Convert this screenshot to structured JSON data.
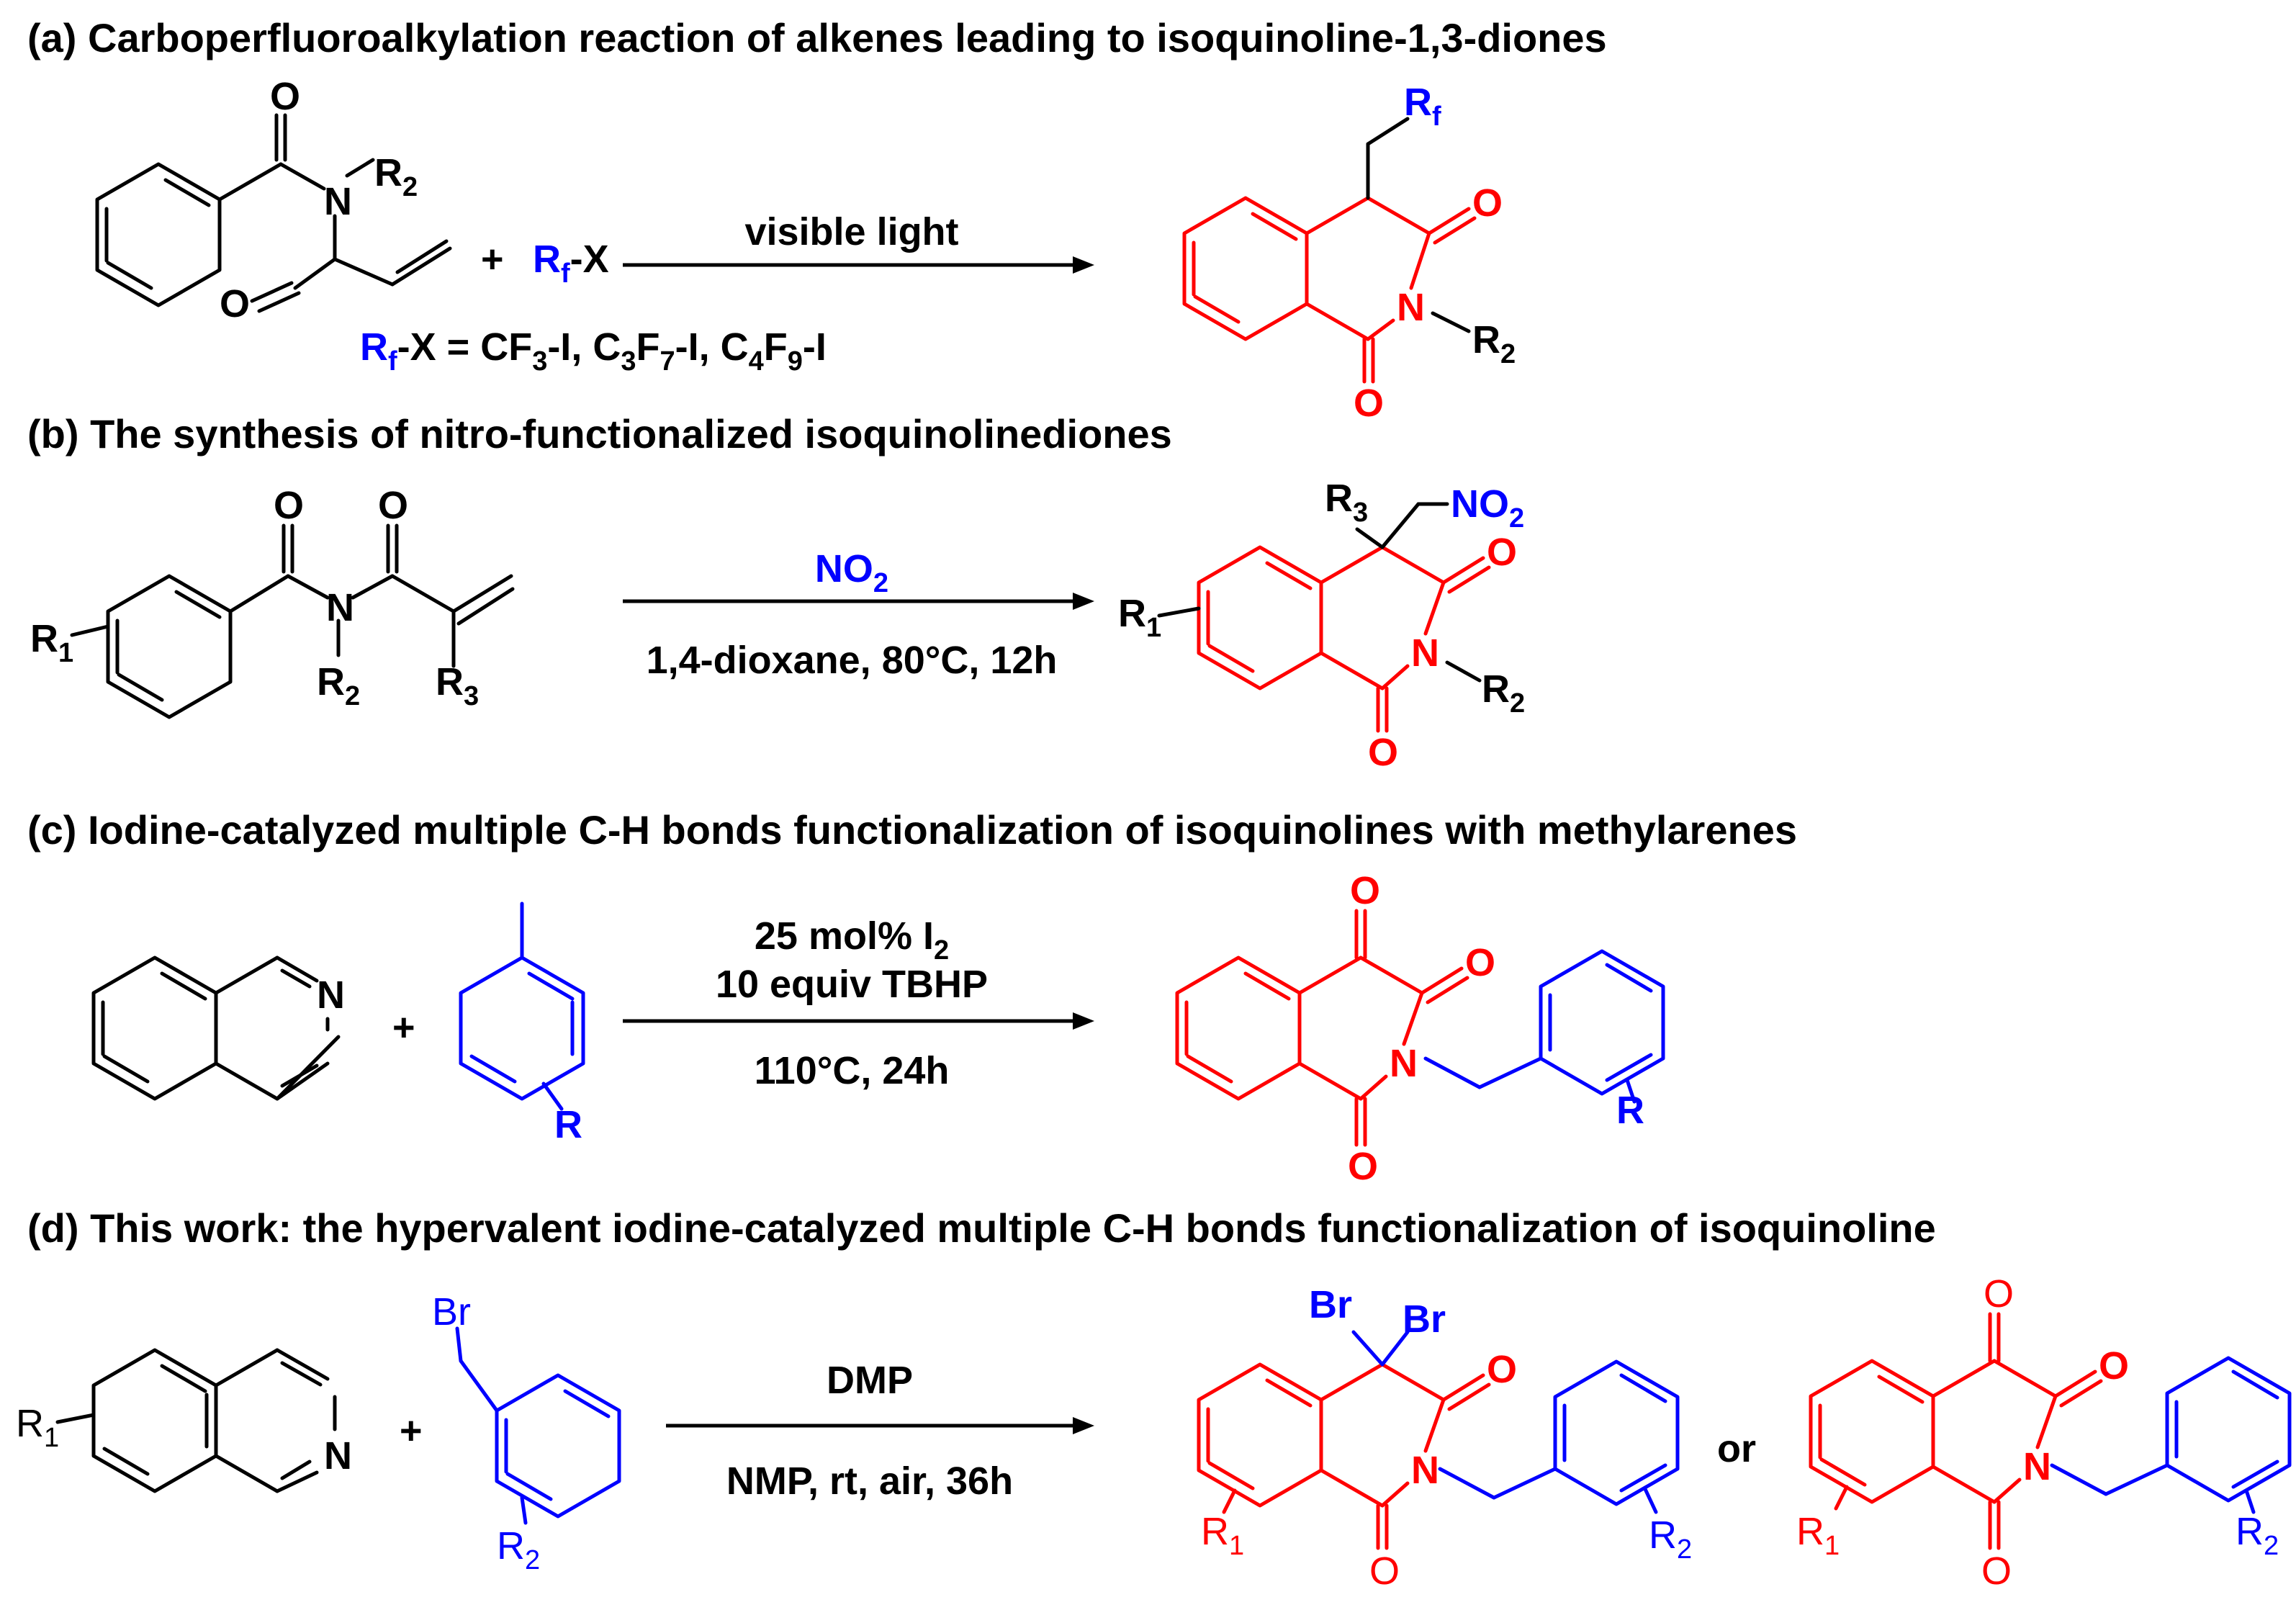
{
  "headings": {
    "a": "(a) Carboperfluoroalkylation reaction of alkenes leading to isoquinoline-1,3-diones",
    "b": "(b) The synthesis of nitro-functionalized isoquinolinediones",
    "c": "(c) Iodine-catalyzed multiple C-H bonds functionalization of isoquinolines with  methylarenes",
    "d": "(d) This work: the hypervalent iodine-catalyzed multiple C-H bonds functionalization of isoquinoline"
  },
  "conditions": {
    "a_above": "visible light",
    "b_above": "NO2",
    "b_below": "1,4-dioxane, 80°C, 12h",
    "c_above_1": "25 mol% I2",
    "c_above_2": "10 equiv TBHP",
    "c_below": "110°C, 24h",
    "d_above": "DMP",
    "d_below": "NMP, rt, air, 36h"
  },
  "labels": {
    "plus": "+",
    "or": "or",
    "rf_x_definition": "Rf-X = CF3-I, C3F7-I, C4F9-I",
    "reagent_a": "Rf-X"
  },
  "atoms": {
    "O": "O",
    "N": "N",
    "Br": "Br",
    "R": "R",
    "R1": "R1",
    "R2": "R2",
    "R3": "R3",
    "Rf": "Rf",
    "NO2": "NO2"
  },
  "colors": {
    "reactant": "#000000",
    "reagent": "#0000ff",
    "product": "#ff0000"
  }
}
